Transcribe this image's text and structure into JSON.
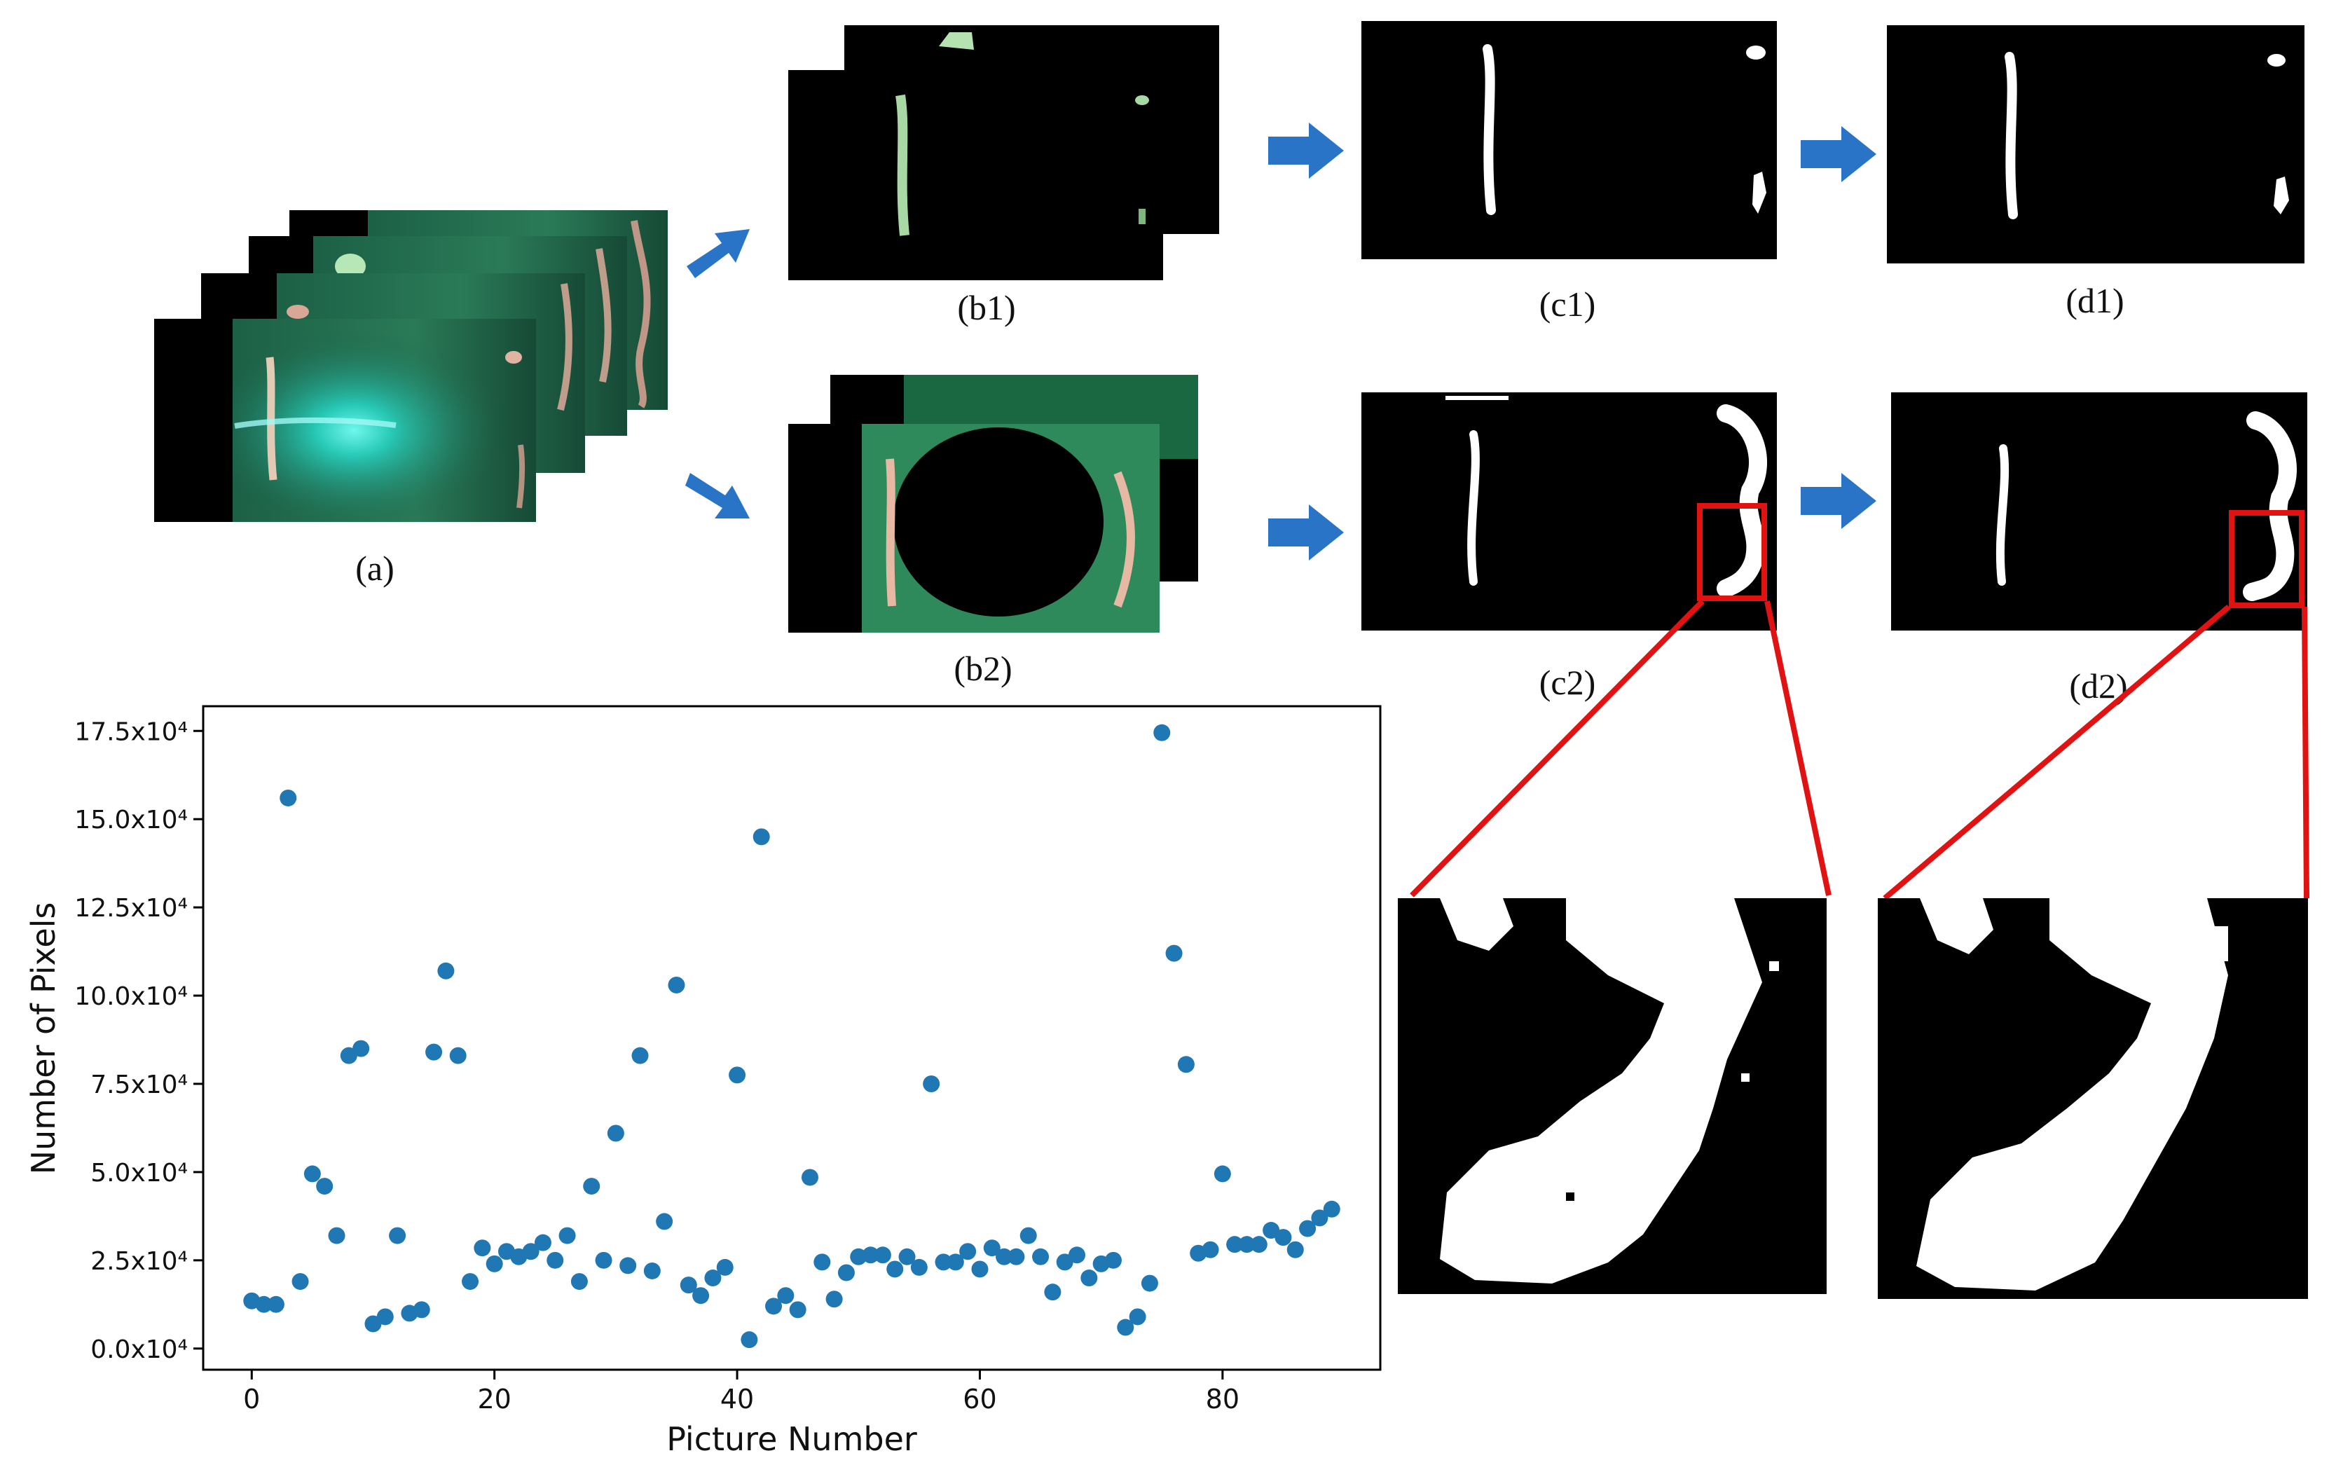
{
  "captions": {
    "a": "(a)",
    "b1": "(b1)",
    "b2": "(b2)",
    "c1": "(c1)",
    "c2": "(c2)",
    "d1": "(d1)",
    "d2": "(d2)"
  },
  "colors": {
    "arrow": "#2a74c8",
    "highlight": "#e11212",
    "point": "#1f77b4",
    "green_frame": "#1e6b4e"
  },
  "chart_data": {
    "type": "scatter",
    "xlabel": "Picture Number",
    "ylabel": "Number of Pixels",
    "xlim": [
      -4,
      93
    ],
    "ylim": [
      -0.6,
      18.2
    ],
    "xticks": [
      0,
      20,
      40,
      60,
      80
    ],
    "xtick_labels": [
      "0",
      "20",
      "40",
      "60",
      "80"
    ],
    "yticks": [
      0,
      2.5,
      5,
      7.5,
      10,
      12.5,
      15,
      17.5
    ],
    "ytick_labels": [
      "0.0x10⁴",
      "2.5x10⁴",
      "5.0x10⁴",
      "7.5x10⁴",
      "10.0x10⁴",
      "12.5x10⁴",
      "15.0x10⁴",
      "17.5x10⁴"
    ],
    "grid": false,
    "series": [
      {
        "x": [
          0,
          1,
          2,
          3,
          4,
          5,
          6,
          7,
          8,
          9,
          10,
          11,
          12,
          13,
          14,
          15,
          16,
          17,
          18,
          19,
          20,
          21,
          22,
          23,
          24,
          25,
          26,
          27,
          28,
          29,
          30,
          31,
          32,
          33,
          34,
          35,
          36,
          37,
          38,
          39,
          40,
          41,
          42,
          43,
          44,
          45,
          46,
          47,
          48,
          49,
          50,
          51,
          52,
          53,
          54,
          55,
          56,
          57,
          58,
          59,
          60,
          61,
          62,
          63,
          64,
          65,
          66,
          67,
          68,
          69,
          70,
          71,
          72,
          73,
          74,
          75,
          76,
          77,
          78,
          79,
          80,
          81,
          82,
          83,
          84,
          85,
          86,
          87,
          88,
          89
        ],
        "y": [
          1.35,
          1.25,
          1.25,
          15.6,
          1.9,
          4.95,
          4.6,
          3.2,
          8.3,
          8.5,
          0.7,
          0.9,
          3.2,
          1.0,
          1.1,
          8.4,
          10.7,
          8.3,
          1.9,
          2.85,
          2.4,
          2.75,
          2.6,
          2.75,
          3.0,
          2.5,
          3.2,
          1.9,
          4.6,
          2.5,
          6.1,
          2.35,
          8.3,
          2.2,
          3.6,
          10.3,
          1.8,
          1.5,
          2.0,
          2.3,
          7.75,
          0.25,
          14.5,
          1.2,
          1.5,
          1.1,
          4.85,
          2.45,
          1.4,
          2.15,
          2.6,
          2.65,
          2.65,
          2.25,
          2.6,
          2.3,
          7.5,
          2.45,
          2.45,
          2.75,
          2.25,
          2.85,
          2.6,
          2.6,
          3.2,
          2.6,
          1.6,
          2.45,
          2.65,
          2.0,
          2.4,
          2.5,
          0.6,
          0.9,
          1.85,
          17.45,
          11.2,
          8.05,
          2.7,
          2.8,
          4.95,
          2.95,
          2.95,
          2.95,
          3.35,
          3.15,
          2.8,
          3.4,
          3.7,
          3.95
        ]
      }
    ]
  }
}
